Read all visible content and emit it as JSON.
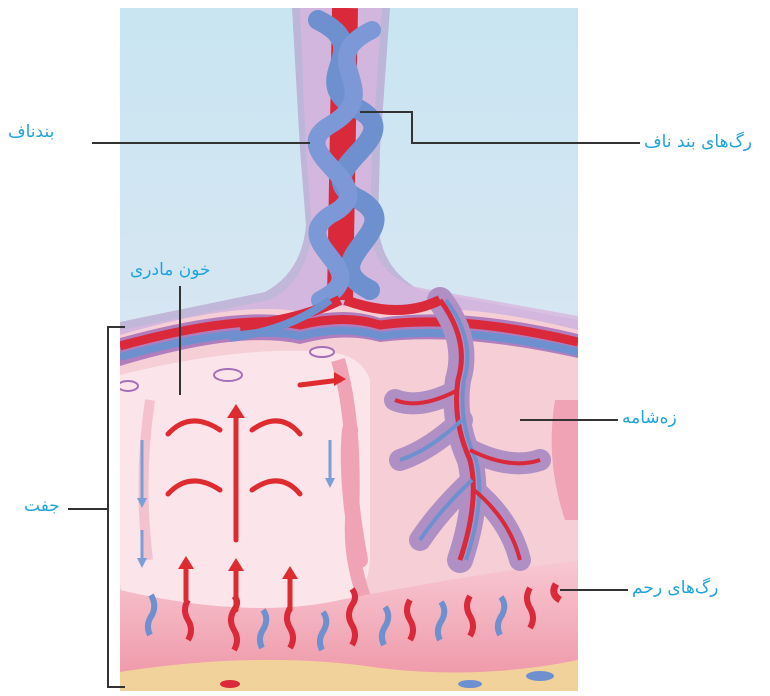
{
  "labels": {
    "umbilical_cord": "بندناف",
    "umbilical_vessels": "رگ‌های بند ناف",
    "maternal_blood": "خون مادری",
    "villi": "زه‌شامه",
    "placenta": "جفت",
    "uterine_vessels": "رگ‌های رحم"
  },
  "colors": {
    "label_text": "#1fa3dc",
    "leader_line": "#333333",
    "amniotic_fluid": "#c6e2f0",
    "placenta_tissue": "#f6cfd6",
    "maternal_space": "#fbe4ea",
    "uterine_wall": "#ef9aa9",
    "decidua": "#f2d29b",
    "artery": "#d9293a",
    "vein": "#6f90cf",
    "membrane": "#a46fb8",
    "flow_arrow_red": "#de2b30",
    "flow_arrow_blue": "#7a9fd6"
  }
}
